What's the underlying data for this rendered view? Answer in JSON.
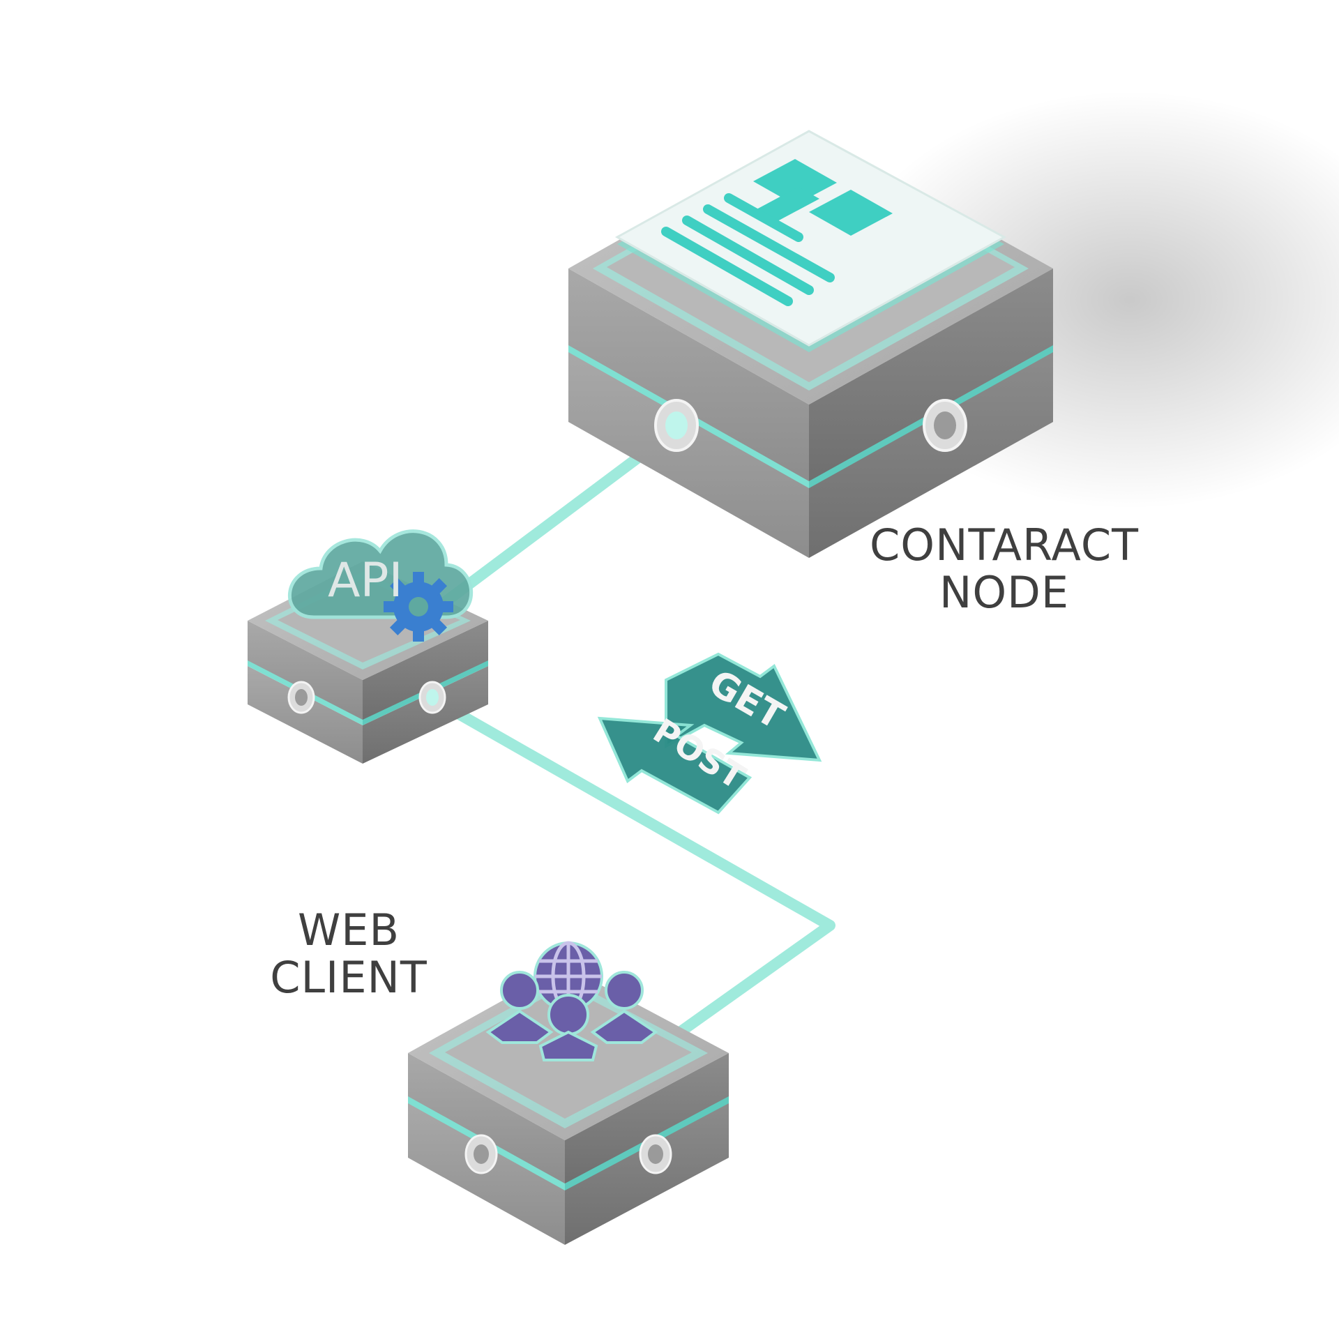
{
  "nodes": {
    "contract": {
      "label_line1": "CONTARACT",
      "label_line2": "NODE",
      "icon": "document-icon"
    },
    "api": {
      "badge_text": "API",
      "icon": "cloud-gear-icon"
    },
    "client": {
      "label_line1": "WEB",
      "label_line2": "CLIENT",
      "icon": "users-globe-icon"
    }
  },
  "requests": {
    "get_label": "GET",
    "post_label": "POST"
  },
  "colors": {
    "link": "#8ee6d6",
    "accent": "#3fcfc2",
    "arrow": "#2c8c86",
    "cloud": "#5fa9a0",
    "gear": "#3a7fd0",
    "users": "#6a5fa8",
    "box": "#9a9a9a"
  }
}
